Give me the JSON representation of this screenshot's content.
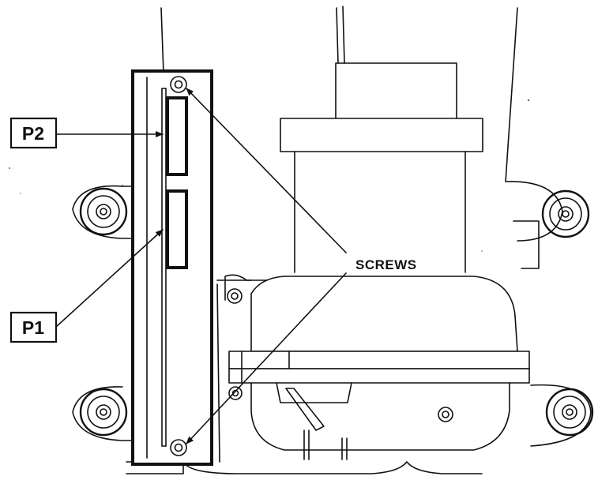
{
  "labels": {
    "p2": "P2",
    "p1": "P1",
    "screws": "SCREWS"
  },
  "icons": {
    "screw": "screw-head-icon",
    "mount": "mounting-bushing-icon",
    "arrow": "arrowhead-icon"
  }
}
